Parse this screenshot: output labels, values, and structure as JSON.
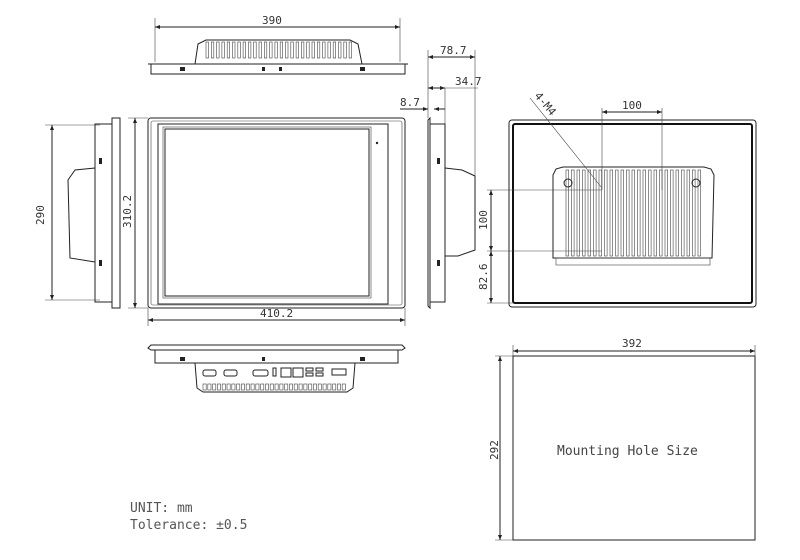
{
  "title": "Panel PC dimension drawing",
  "dimensions": {
    "top_width": "390",
    "side_height": "290",
    "front_height": "310.2",
    "front_width": "410.2",
    "depth_total": "78.7",
    "depth_body": "34.7",
    "depth_bezel": "8.7",
    "vesa_horizontal": "100",
    "vesa_vertical": "100",
    "vesa_offset_bottom": "82.6",
    "screw_spec": "4-M4",
    "cutout_width": "392",
    "cutout_height": "292"
  },
  "cutout_label": "Mounting Hole Size",
  "notes": {
    "unit": "UNIT: mm",
    "tolerance": "Tolerance: ±0.5"
  }
}
